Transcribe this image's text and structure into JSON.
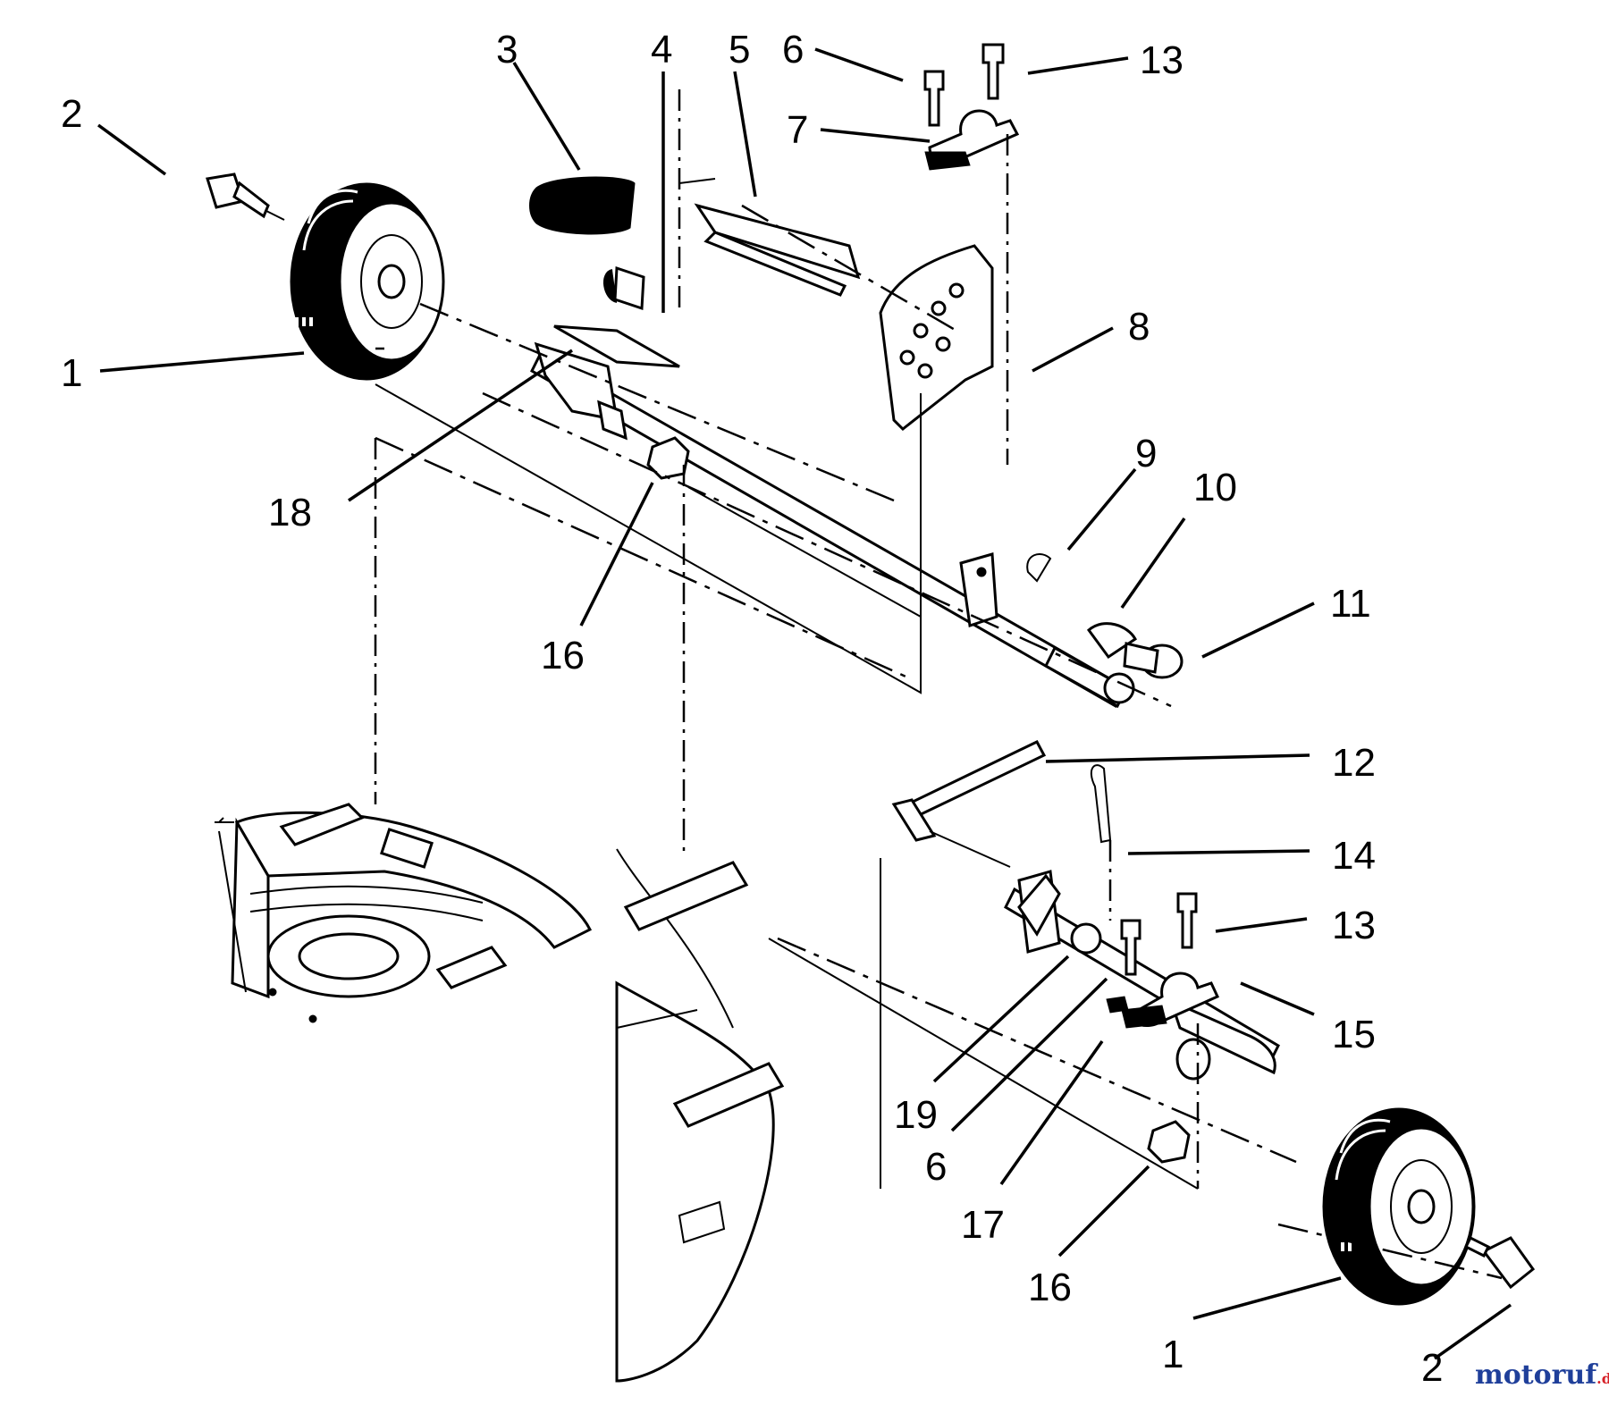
{
  "callouts": {
    "c1a": "1",
    "c2a": "2",
    "c3": "3",
    "c4": "4",
    "c5": "5",
    "c6a": "6",
    "c13a": "13",
    "c7": "7",
    "c8": "8",
    "c18": "18",
    "c16a": "16",
    "c9": "9",
    "c10": "10",
    "c11": "11",
    "c12": "12",
    "c14": "14",
    "c13b": "13",
    "c15": "15",
    "c19": "19",
    "c6b": "6",
    "c17": "17",
    "c16b": "16",
    "c1b": "1",
    "c2b": "2"
  },
  "watermark": {
    "text": "motoruf",
    "suffix": ".de"
  },
  "colors": {
    "ink": "#000000",
    "paper": "#ffffff",
    "wm_blue": "#1f3f9a",
    "wm_red": "#d62027",
    "wm_green": "#2a9a3a"
  }
}
